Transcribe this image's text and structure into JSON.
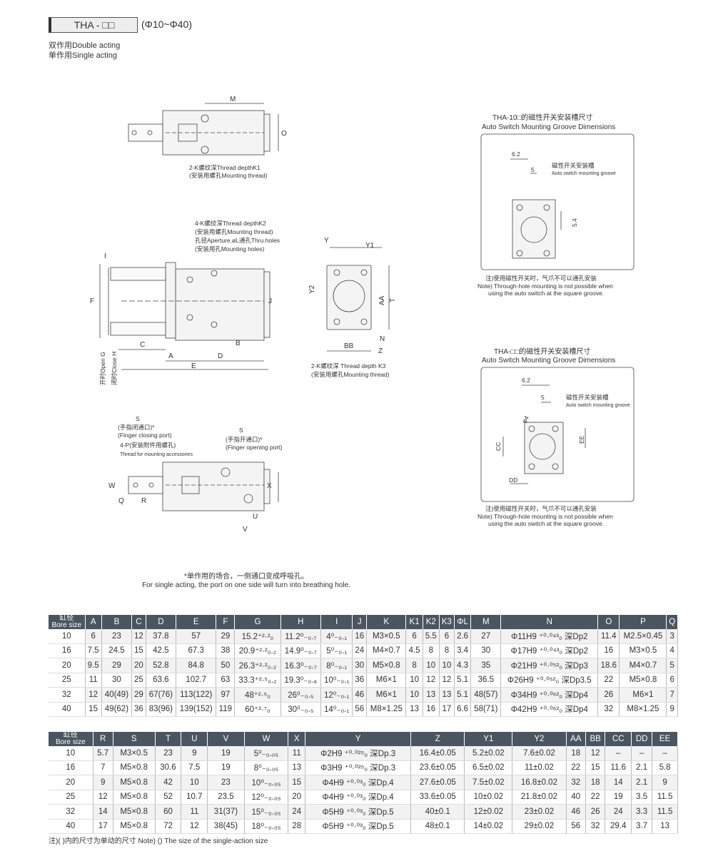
{
  "header": {
    "model": "THA - □□",
    "range": "(Φ10~Φ40)",
    "acting_double": "双作用Double acting",
    "acting_single": "单作用Single acting"
  },
  "drawing_labels": {
    "M": "M",
    "O": "O",
    "k1_thread": "2-K螺纹深Thread depthK1",
    "k1_mount": "(安装用螺孔Mounting thread)",
    "k2_thread": "4-K螺纹深Thread depthK2",
    "k2_mount": "(安装用螺孔Mounting thread)",
    "aperture": "孔径Aperture.øL通孔Thru.holes",
    "mount_holes": "(安装用孔Mounting holes)",
    "I": "I",
    "F": "F",
    "J": "J",
    "C": "C",
    "B": "B",
    "A": "A",
    "D": "D",
    "E": "E",
    "open_g": "开时Open G",
    "close_h": "闭时Close H",
    "Y": "Y",
    "Y1": "Y1",
    "Y2": "Y2",
    "AA": "AA",
    "T": "T",
    "N": "N",
    "BB": "BB",
    "Z": "Z",
    "k3_thread": "2-K螺纹深 Thread depth K3",
    "k3_mount": "(安装用螺孔Mounting thread)",
    "S": "S",
    "finger_close_cn": "(手指闭通口)*",
    "finger_close_en": "(Finger closing port)",
    "p_accessory": "4-P(安装附件用螺孔)",
    "p_accessory_en": "Thread for mounting accessories",
    "finger_open_cn": "(手指开通口)*",
    "finger_open_en": "(Finger opening port)",
    "W": "W",
    "Q": "Q",
    "R": "R",
    "X": "X",
    "U": "U",
    "V": "V",
    "groove10_title": "THA-10□的磁性开关安装槽尺寸",
    "groove10_sub": "Auto Switch Mounting Groove Dimensions",
    "groove_dim_62": "6.2",
    "groove_dim_5": "5",
    "groove_dim_54": "5.4",
    "groove_label_cn": "磁性开关安装槽",
    "groove_label_en": "Auto switch mounting groove",
    "groove_note_1": "注)使用磁性开关时，气爪不可以通孔安装",
    "groove_note_2": "Note) Through-hole mounting is not possible when",
    "groove_note_3": "using the auto switch at the square groove.",
    "groove_title": "THA-□□的磁性开关安装槽尺寸",
    "groove_sub": "Auto Switch Mounting Groove Dimensions",
    "CC": "CC",
    "DD": "DD",
    "EE": "EE",
    "phi4": "φ4"
  },
  "single_note": {
    "cn": "*单作用的场合，一侧通口变成呼吸孔。",
    "en": "For single acting, the port on one side will turn into breathing hole."
  },
  "table1": {
    "bore_cn": "缸径",
    "bore_en": "Bore size",
    "headers": [
      "A",
      "B",
      "C",
      "D",
      "E",
      "F",
      "G",
      "H",
      "I",
      "J",
      "K",
      "K1",
      "K2",
      "K3",
      "ΦL",
      "M",
      "N",
      "O",
      "P",
      "Q"
    ],
    "rows": [
      [
        "10",
        "6",
        "23",
        "12",
        "37.8",
        "57",
        "29",
        "15.2⁺²·²₀",
        "11.2⁰₋₀.₇",
        "4⁰₋₀.₁",
        "16",
        "M3×0.5",
        "6",
        "5.5",
        "6",
        "2.6",
        "27",
        "Φ11H9 ⁺⁰·⁰⁴³₀ 深Dp2",
        "11.4",
        "M2.5×0.45",
        "3"
      ],
      [
        "16",
        "7.5",
        "24.5",
        "15",
        "42.5",
        "67.3",
        "38",
        "20.9⁺²·²₀.₂",
        "14.9⁰₋₀.₇",
        "5⁰₋₀.₁",
        "24",
        "M4×0.7",
        "4.5",
        "8",
        "8",
        "3.4",
        "30",
        "Φ17H9 ⁺⁰·⁰⁴³₀ 深Dp2",
        "16",
        "M3×0.5",
        "4"
      ],
      [
        "20",
        "9.5",
        "29",
        "20",
        "52.8",
        "84.8",
        "50",
        "26.3⁺²·²₀.₂",
        "16.3⁰₋₀.₇",
        "8⁰₋₀.₁",
        "30",
        "M5×0.8",
        "8",
        "10",
        "10",
        "4.3",
        "35",
        "Φ21H9 ⁺⁰·⁰⁵²₀ 深Dp3",
        "18.6",
        "M4×0.7",
        "5"
      ],
      [
        "25",
        "11",
        "30",
        "25",
        "63.6",
        "102.7",
        "63",
        "33.3⁺²·⁵₀.₂",
        "19.3⁰₋₀.₈",
        "10⁰₋₀.₁",
        "36",
        "M6×1",
        "10",
        "12",
        "12",
        "5.1",
        "36.5",
        "Φ26H9 ⁺⁰·⁰⁵²₀ 深Dp3.5",
        "22",
        "M5×0.8",
        "6"
      ],
      [
        "32",
        "12",
        "40(49)",
        "29",
        "67(76)",
        "113(122)",
        "97",
        "48⁺²·⁵₀",
        "26⁰₋₀.₅",
        "12⁰₋₀.₁",
        "46",
        "M6×1",
        "10",
        "13",
        "13",
        "5.1",
        "48(57)",
        "Φ34H9 ⁺⁰·⁰⁶²₀ 深Dp4",
        "26",
        "M6×1",
        "7"
      ],
      [
        "40",
        "15",
        "49(62)",
        "36",
        "83(96)",
        "139(152)",
        "119",
        "60⁺²·⁷₀",
        "30⁰₋₀.₅",
        "14⁰₋₀.₁",
        "56",
        "M8×1.25",
        "13",
        "16",
        "17",
        "6.6",
        "58(71)",
        "Φ42H9 ⁺⁰·⁰⁶²₀ 深Dp4",
        "32",
        "M8×1.25",
        "9"
      ]
    ]
  },
  "table2": {
    "bore_cn": "缸径",
    "bore_en": "Bore size",
    "headers": [
      "R",
      "S",
      "T",
      "U",
      "V",
      "W",
      "X",
      "Y",
      "Z",
      "Y1",
      "Y2",
      "AA",
      "BB",
      "CC",
      "DD",
      "EE"
    ],
    "rows": [
      [
        "10",
        "5.7",
        "M3×0.5",
        "23",
        "9",
        "19",
        "5⁰₋₀.₀₅",
        "11",
        "Φ2H9 ⁺⁰·⁰²⁵₀ 深Dp.3",
        "16.4±0.05",
        "5.2±0.02",
        "7.6±0.02",
        "18",
        "12",
        "–",
        "–",
        "–"
      ],
      [
        "16",
        "7",
        "M5×0.8",
        "30.6",
        "7.5",
        "19",
        "8⁰₋₀.₀₅",
        "13",
        "Φ3H9 ⁺⁰·⁰²⁵₀ 深Dp.3",
        "23.6±0.05",
        "6.5±0.02",
        "11±0.02",
        "22",
        "15",
        "11.6",
        "2.1",
        "5.8"
      ],
      [
        "20",
        "9",
        "M5×0.8",
        "42",
        "10",
        "23",
        "10⁰₋₀.₀₅",
        "15",
        "Φ4H9 ⁺⁰·⁰³₀ 深Dp.4",
        "27.6±0.05",
        "7.5±0.02",
        "16.8±0.02",
        "32",
        "18",
        "14",
        "2.1",
        "9"
      ],
      [
        "25",
        "12",
        "M5×0.8",
        "52",
        "10.7",
        "23.5",
        "12⁰₋₀.₀₅",
        "20",
        "Φ4H9 ⁺⁰·⁰³₀ 深Dp.4",
        "33.6±0.05",
        "10±0.02",
        "21.8±0.02",
        "40",
        "22",
        "19",
        "3.5",
        "11.5"
      ],
      [
        "32",
        "14",
        "M5×0.8",
        "60",
        "11",
        "31(37)",
        "15⁰₋₀.₀₅",
        "24",
        "Φ5H9 ⁺⁰·⁰³₀ 深Dp.5",
        "40±0.1",
        "12±0.02",
        "23±0.02",
        "46",
        "26",
        "24",
        "3.3",
        "11.5"
      ],
      [
        "40",
        "17",
        "M5×0.8",
        "72",
        "12",
        "38(45)",
        "18⁰₋₀.₀₅",
        "28",
        "Φ5H9 ⁺⁰·⁰³₀ 深Dp.5",
        "48±0.1",
        "14±0.02",
        "29±0.02",
        "56",
        "32",
        "29.4",
        "3.7",
        "13"
      ]
    ]
  },
  "footer_note": "注)( )内的尺寸为单动的尺寸 Note) () The size of the single-action size"
}
